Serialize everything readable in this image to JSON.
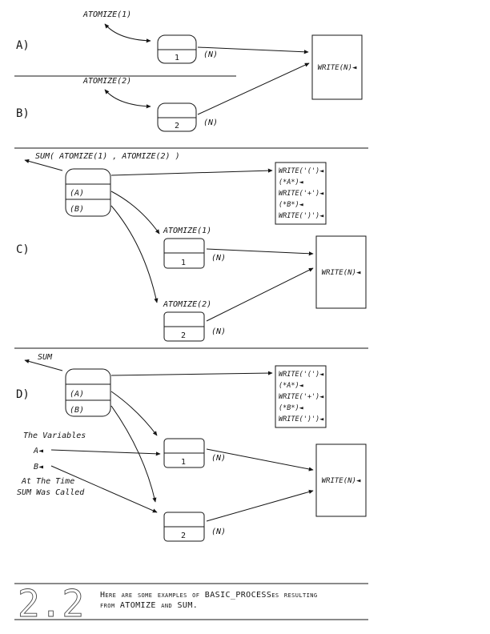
{
  "sections": {
    "a": {
      "label": "A)",
      "call": "ATOMIZE(1)",
      "cell": "1",
      "n": "(N)"
    },
    "b": {
      "label": "B)",
      "call": "ATOMIZE(2)",
      "cell": "2",
      "n": "(N)"
    },
    "ab_write": "WRITE(N)◄",
    "c": {
      "label": "C)",
      "call": "SUM( ATOMIZE(1) , ATOMIZE(2) )",
      "cell_a": "(A)",
      "cell_b": "(B)",
      "program": [
        "WRITE('(')◄",
        "(*A*)◄",
        "WRITE('+')◄",
        "(*B*)◄",
        "WRITE(')')◄"
      ],
      "sub1": {
        "call": "ATOMIZE(1)",
        "cell": "1",
        "n": "(N)"
      },
      "sub2": {
        "call": "ATOMIZE(2)",
        "cell": "2",
        "n": "(N)"
      },
      "write": "WRITE(N)◄"
    },
    "d": {
      "label": "D)",
      "call": "SUM",
      "cell_a": "(A)",
      "cell_b": "(B)",
      "program": [
        "WRITE('(')◄",
        "(*A*)◄",
        "WRITE('+')◄",
        "(*B*)◄",
        "WRITE(')')◄"
      ],
      "note1": "The Variables",
      "var_a": "A◄",
      "var_b": "B◄",
      "note2": "At The Time",
      "note3": "SUM Was Called",
      "sub1": {
        "cell": "1",
        "n": "(N)"
      },
      "sub2": {
        "cell": "2",
        "n": "(N)"
      },
      "write": "WRITE(N)◄"
    },
    "footer": {
      "number": "2.2",
      "caption1": "Here are some examples of BASIC_PROCESSes resulting",
      "caption2": "from ATOMIZE and SUM."
    }
  }
}
